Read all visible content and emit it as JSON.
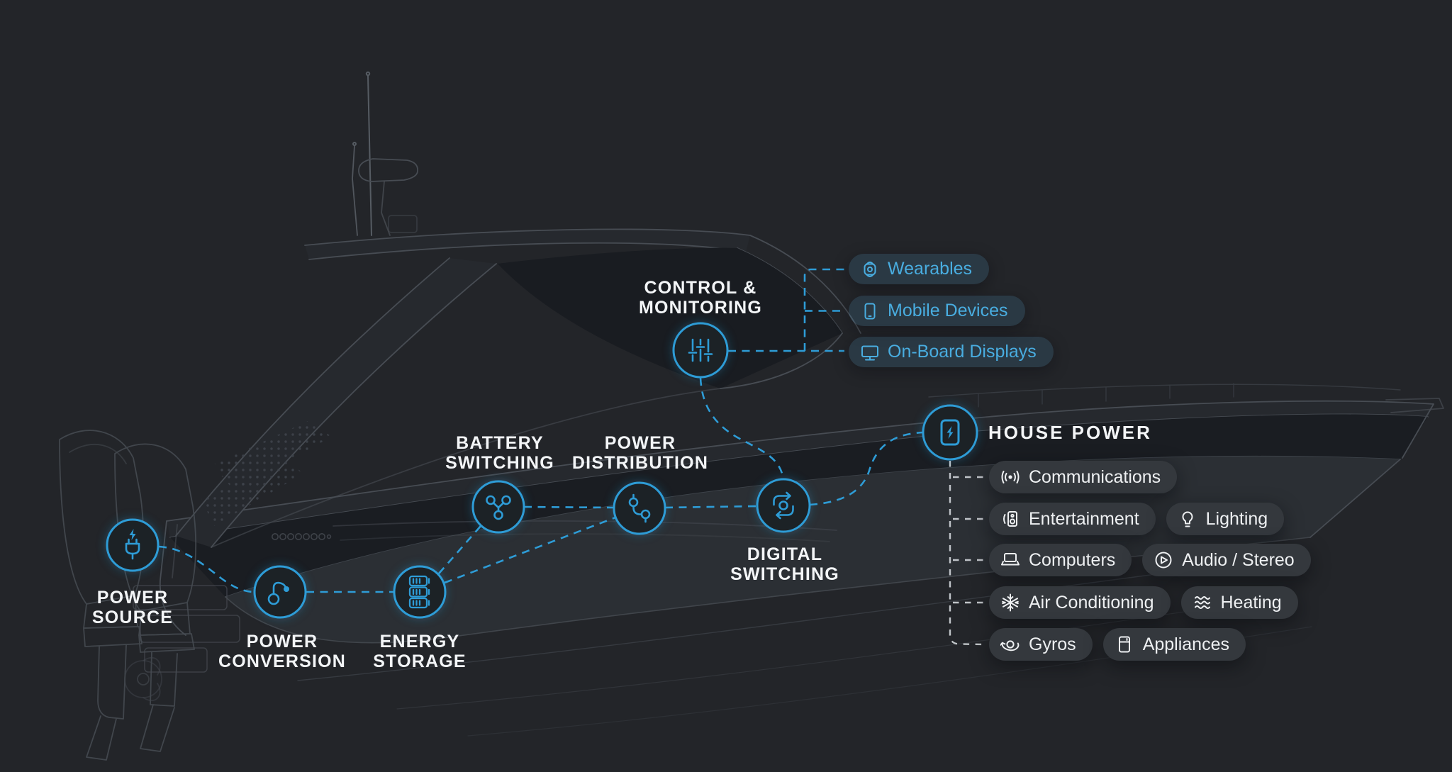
{
  "nodes": [
    {
      "id": "power-source",
      "lines": [
        "POWER",
        "SOURCE"
      ],
      "icon": "plug-bolt-icon"
    },
    {
      "id": "power-conversion",
      "lines": [
        "POWER",
        "CONVERSION"
      ],
      "icon": "conversion-node-icon"
    },
    {
      "id": "energy-storage",
      "lines": [
        "ENERGY",
        "STORAGE"
      ],
      "icon": "battery-stack-icon"
    },
    {
      "id": "battery-switching",
      "lines": [
        "BATTERY",
        "SWITCHING"
      ],
      "icon": "y-splitter-icon"
    },
    {
      "id": "power-distribution",
      "lines": [
        "POWER",
        "DISTRIBUTION"
      ],
      "icon": "route-icon"
    },
    {
      "id": "digital-switching",
      "lines": [
        "DIGITAL",
        "SWITCHING"
      ],
      "icon": "cycle-arrows-icon"
    },
    {
      "id": "control-monitoring",
      "lines": [
        "CONTROL &",
        "MONITORING"
      ],
      "icon": "sliders-icon"
    },
    {
      "id": "house-power",
      "lines": [
        "HOUSE POWER"
      ],
      "icon": "battery-bolt-icon"
    }
  ],
  "control_devices": [
    {
      "label": "Wearables",
      "icon": "smartwatch-icon"
    },
    {
      "label": "Mobile Devices",
      "icon": "smartphone-icon"
    },
    {
      "label": "On-Board Displays",
      "icon": "monitor-icon"
    }
  ],
  "house_loads_rows": [
    [
      {
        "label": "Communications",
        "icon": "broadcast-icon"
      }
    ],
    [
      {
        "label": "Entertainment",
        "icon": "speaker-icon"
      },
      {
        "label": "Lighting",
        "icon": "lightbulb-icon"
      }
    ],
    [
      {
        "label": "Computers",
        "icon": "laptop-icon"
      },
      {
        "label": "Audio / Stereo",
        "icon": "play-circle-icon"
      }
    ],
    [
      {
        "label": "Air Conditioning",
        "icon": "snowflake-icon"
      },
      {
        "label": "Heating",
        "icon": "heat-waves-icon"
      }
    ],
    [
      {
        "label": "Gyros",
        "icon": "gyroscope-icon"
      },
      {
        "label": "Appliances",
        "icon": "refrigerator-icon"
      }
    ]
  ],
  "colors": {
    "background": "#232529",
    "accent_blue": "#2E9CD6",
    "device_text_blue": "#49ADE0",
    "load_pill_bg": "#34383D",
    "load_text": "#EEF0F2",
    "white_connector": "#C9CDD1",
    "boat_line": "#474C53"
  }
}
